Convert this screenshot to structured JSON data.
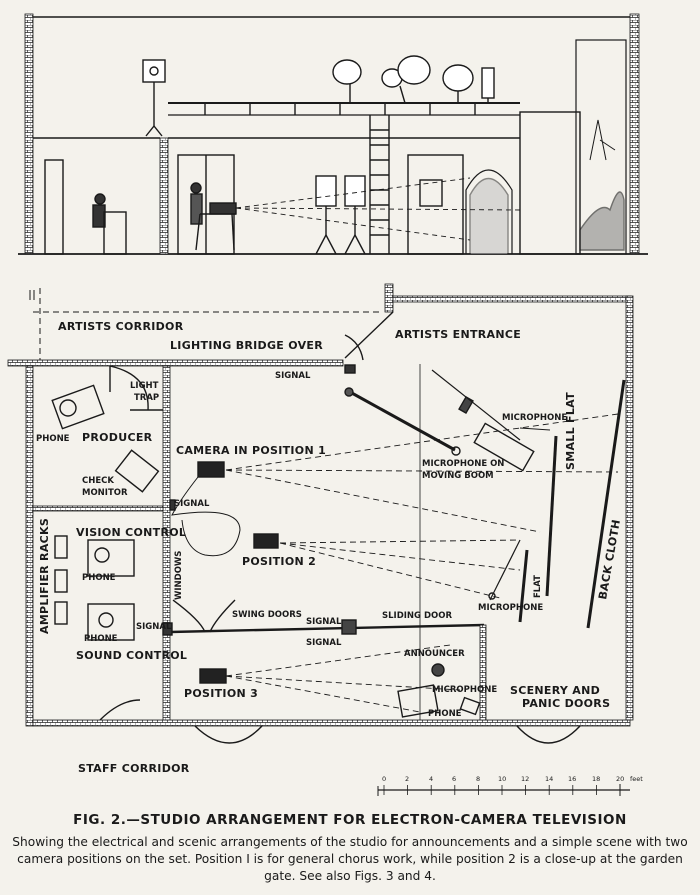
{
  "labels": {
    "artists_corridor": "ARTISTS CORRIDOR",
    "artists_entrance": "ARTISTS ENTRANCE",
    "lighting_bridge": "LIGHTING BRIDGE OVER",
    "signal_top": "SIGNAL",
    "light_trap_1": "LIGHT",
    "light_trap_2": "TRAP",
    "phone_producer": "PHONE",
    "producer": "PRODUCER",
    "camera_position_1": "CAMERA IN POSITION 1",
    "check_monitor_1": "CHECK",
    "check_monitor_2": "MONITOR",
    "microphone_top": "MICROPHONE",
    "microphone_boom_1": "MICROPHONE ON",
    "microphone_boom_2": "MOVING BOOM",
    "small_flat": "SMALL FLAT",
    "signal_camera": "SIGNAL",
    "vision_control": "VISION CONTROL",
    "amplifier_racks": "AMPLIFIER RACKS",
    "phone_vision": "PHONE",
    "windows": "WINDOWS",
    "position_2": "POSITION 2",
    "flat": "FLAT",
    "back_cloth": "BACK CLOTH",
    "microphone_flat": "MICROPHONE",
    "swing_doors": "SWING DOORS",
    "signal_mid1": "SIGNAL",
    "signal_mid2": "SIGNAL",
    "sliding_door": "SLIDING DOOR",
    "phone_sound": "PHONE",
    "signal_sound": "SIGNAL",
    "sound_control": "SOUND CONTROL",
    "announcer": "ANNOUNCER",
    "position_3": "POSITION 3",
    "microphone_announcer": "MICROPHONE",
    "phone_announcer": "PHONE",
    "scenery_doors_1": "SCENERY AND",
    "scenery_doors_2": "PANIC DOORS",
    "staff_corridor": "STAFF CORRIDOR"
  },
  "scale": {
    "ticks": [
      "0",
      "2",
      "4",
      "6",
      "8",
      "10",
      "12",
      "14",
      "16",
      "18",
      "20"
    ],
    "unit": "feet"
  },
  "caption": {
    "title": "FIG. 2.—STUDIO ARRANGEMENT FOR ELECTRON-CAMERA TELEVISION",
    "body": "Showing the electrical and scenic arrangements of the studio for announcements and a simple scene with two camera positions on the set.  Position I is for general chorus work, while position 2 is a close-up at the garden gate.  See also Figs. 3 and 4."
  }
}
